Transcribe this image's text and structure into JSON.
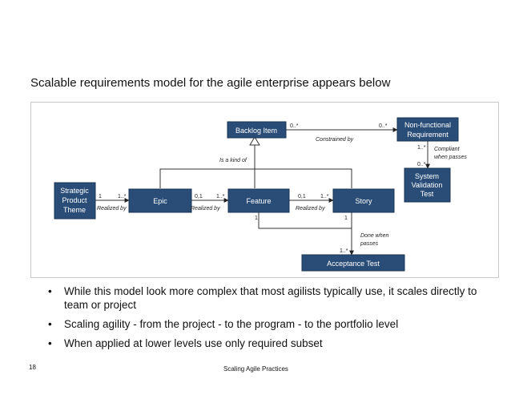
{
  "slide": {
    "title": "Scalable requirements model for the agile enterprise appears below",
    "bullets": [
      "While this model look more complex that most agilists typically use, it  scales directly to team or project",
      "Scaling agility - from the project - to the program - to the portfolio level",
      "When applied at lower levels use only required subset"
    ],
    "page_number": "18",
    "footer": "Scaling Agile Practices"
  },
  "diagram": {
    "box_color": "#2a4d78",
    "boxes": {
      "backlog_item": "Backlog Item",
      "nonfunctional_line1": "Non-functional",
      "nonfunctional_line2": "Requirement",
      "strategic_line1": "Strategic",
      "strategic_line2": "Product",
      "strategic_line3": "Theme",
      "epic": "Epic",
      "feature": "Feature",
      "story": "Story",
      "system_line1": "System",
      "system_line2": "Validation",
      "system_line3": "Test",
      "acceptance": "Acceptance Test"
    },
    "labels": {
      "constrained_by": "Constrained by",
      "is_a_kind_of": "Is a kind of",
      "compliant_1": "Compliant",
      "compliant_2": "when passes",
      "realized_by": "Realized by",
      "done_1": "Done when",
      "done_2": "passes",
      "m_backlog_out": "0..*",
      "m_nfr_in": "0..*",
      "m_nfr_down": "1..*",
      "m_svt_up": "0..*",
      "m_theme_out": "1",
      "m_epic_in": "1..*",
      "m_epic_out": "0,1",
      "m_feature_in": "1..*",
      "m_feature_out": "0,1",
      "m_story_in": "1..*",
      "m_feature_down": "1",
      "m_story_down": "1",
      "m_acc_up": "1..*"
    }
  }
}
